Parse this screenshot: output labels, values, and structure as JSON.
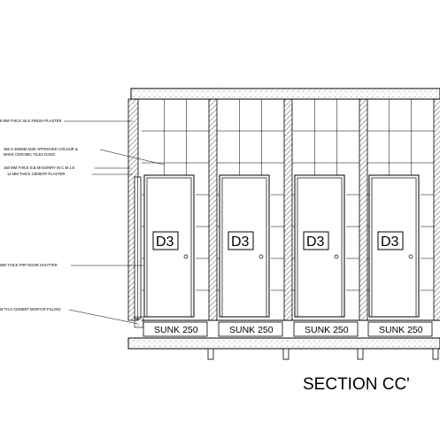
{
  "title": "SECTION CC'",
  "annotations": [
    "6 MM THICK SILK FINISH PLASTER",
    "450 X 450MM SIZE APPROVED COLOUR &",
    "MAKE CERAMIC TILES  DADO",
    "150 MM THICK B.B MASONRY IN C.M 1:6",
    "12 MM THICK CEMENT PLASTER",
    "MM THICK FRP DOOR SHUTTER",
    "M TH.K CEMENT MORTAR FILLING"
  ],
  "doors": [
    {
      "tag": "D3",
      "sunk": "SUNK 250"
    },
    {
      "tag": "D3",
      "sunk": "SUNK 250"
    },
    {
      "tag": "D3",
      "sunk": "SUNK 250"
    },
    {
      "tag": "D3",
      "sunk": "SUNK 250"
    }
  ],
  "colors": {
    "line": "#000000",
    "hatch": "#444444",
    "background": "#ffffff"
  }
}
